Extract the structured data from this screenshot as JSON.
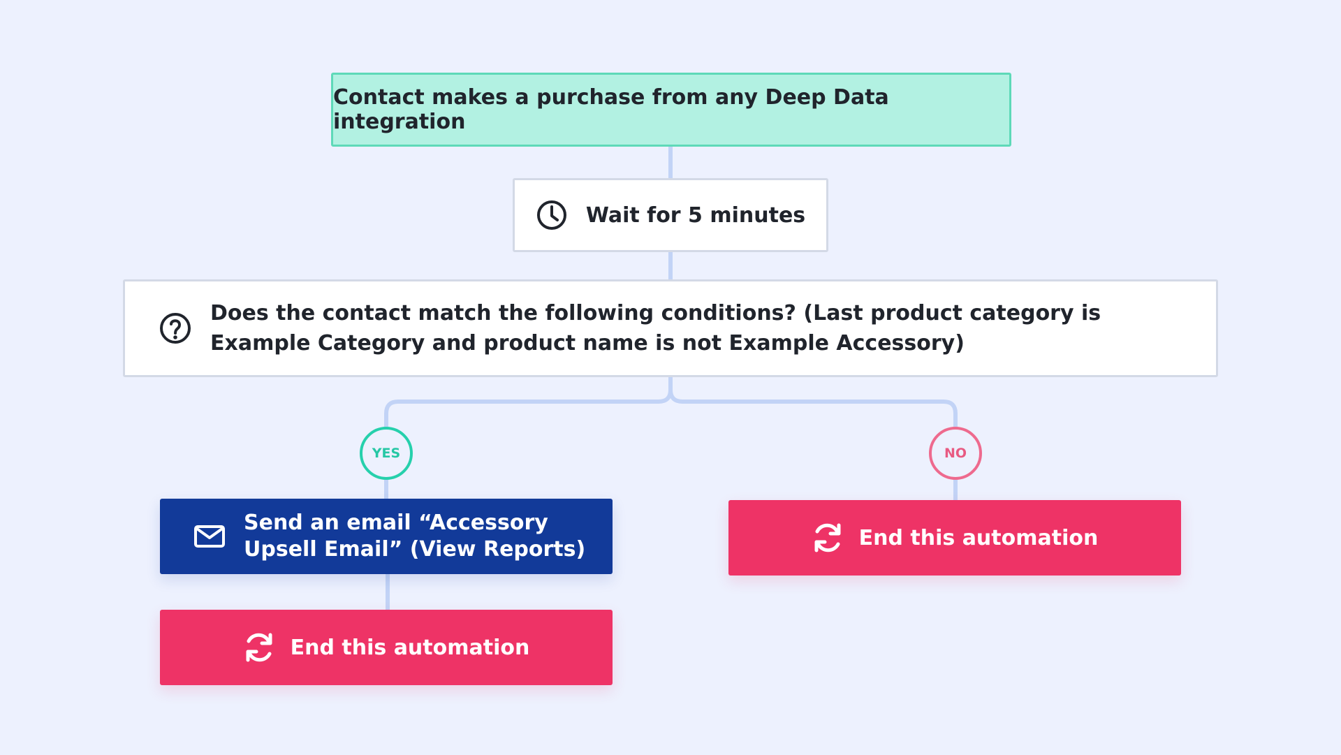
{
  "workflow": {
    "trigger": {
      "label": "Contact makes a purchase from any Deep Data integration"
    },
    "wait": {
      "label": "Wait for 5 minutes",
      "icon": "clock-icon"
    },
    "condition": {
      "label": "Does the contact match the following conditions? (Last product category is Example Category and product name is not Example Accessory)",
      "icon": "question-circle-icon"
    },
    "branches": {
      "yes": {
        "label": "YES",
        "color": "#26d0ac",
        "email_action": {
          "label": "Send an email “Accessory Upsell Email” (View Reports)",
          "icon": "envelope-icon"
        },
        "end_action": {
          "label": "End this automation",
          "icon": "refresh-icon"
        }
      },
      "no": {
        "label": "NO",
        "color": "#ee6a8e",
        "end_action": {
          "label": "End this automation",
          "icon": "refresh-icon"
        }
      }
    }
  },
  "colors": {
    "background": "#edf1fe",
    "trigger_fill": "#b2f1e2",
    "trigger_border": "#5ed9b8",
    "connector": "#c2d3f6",
    "email_fill": "#123a99",
    "end_fill": "#ee3366"
  }
}
